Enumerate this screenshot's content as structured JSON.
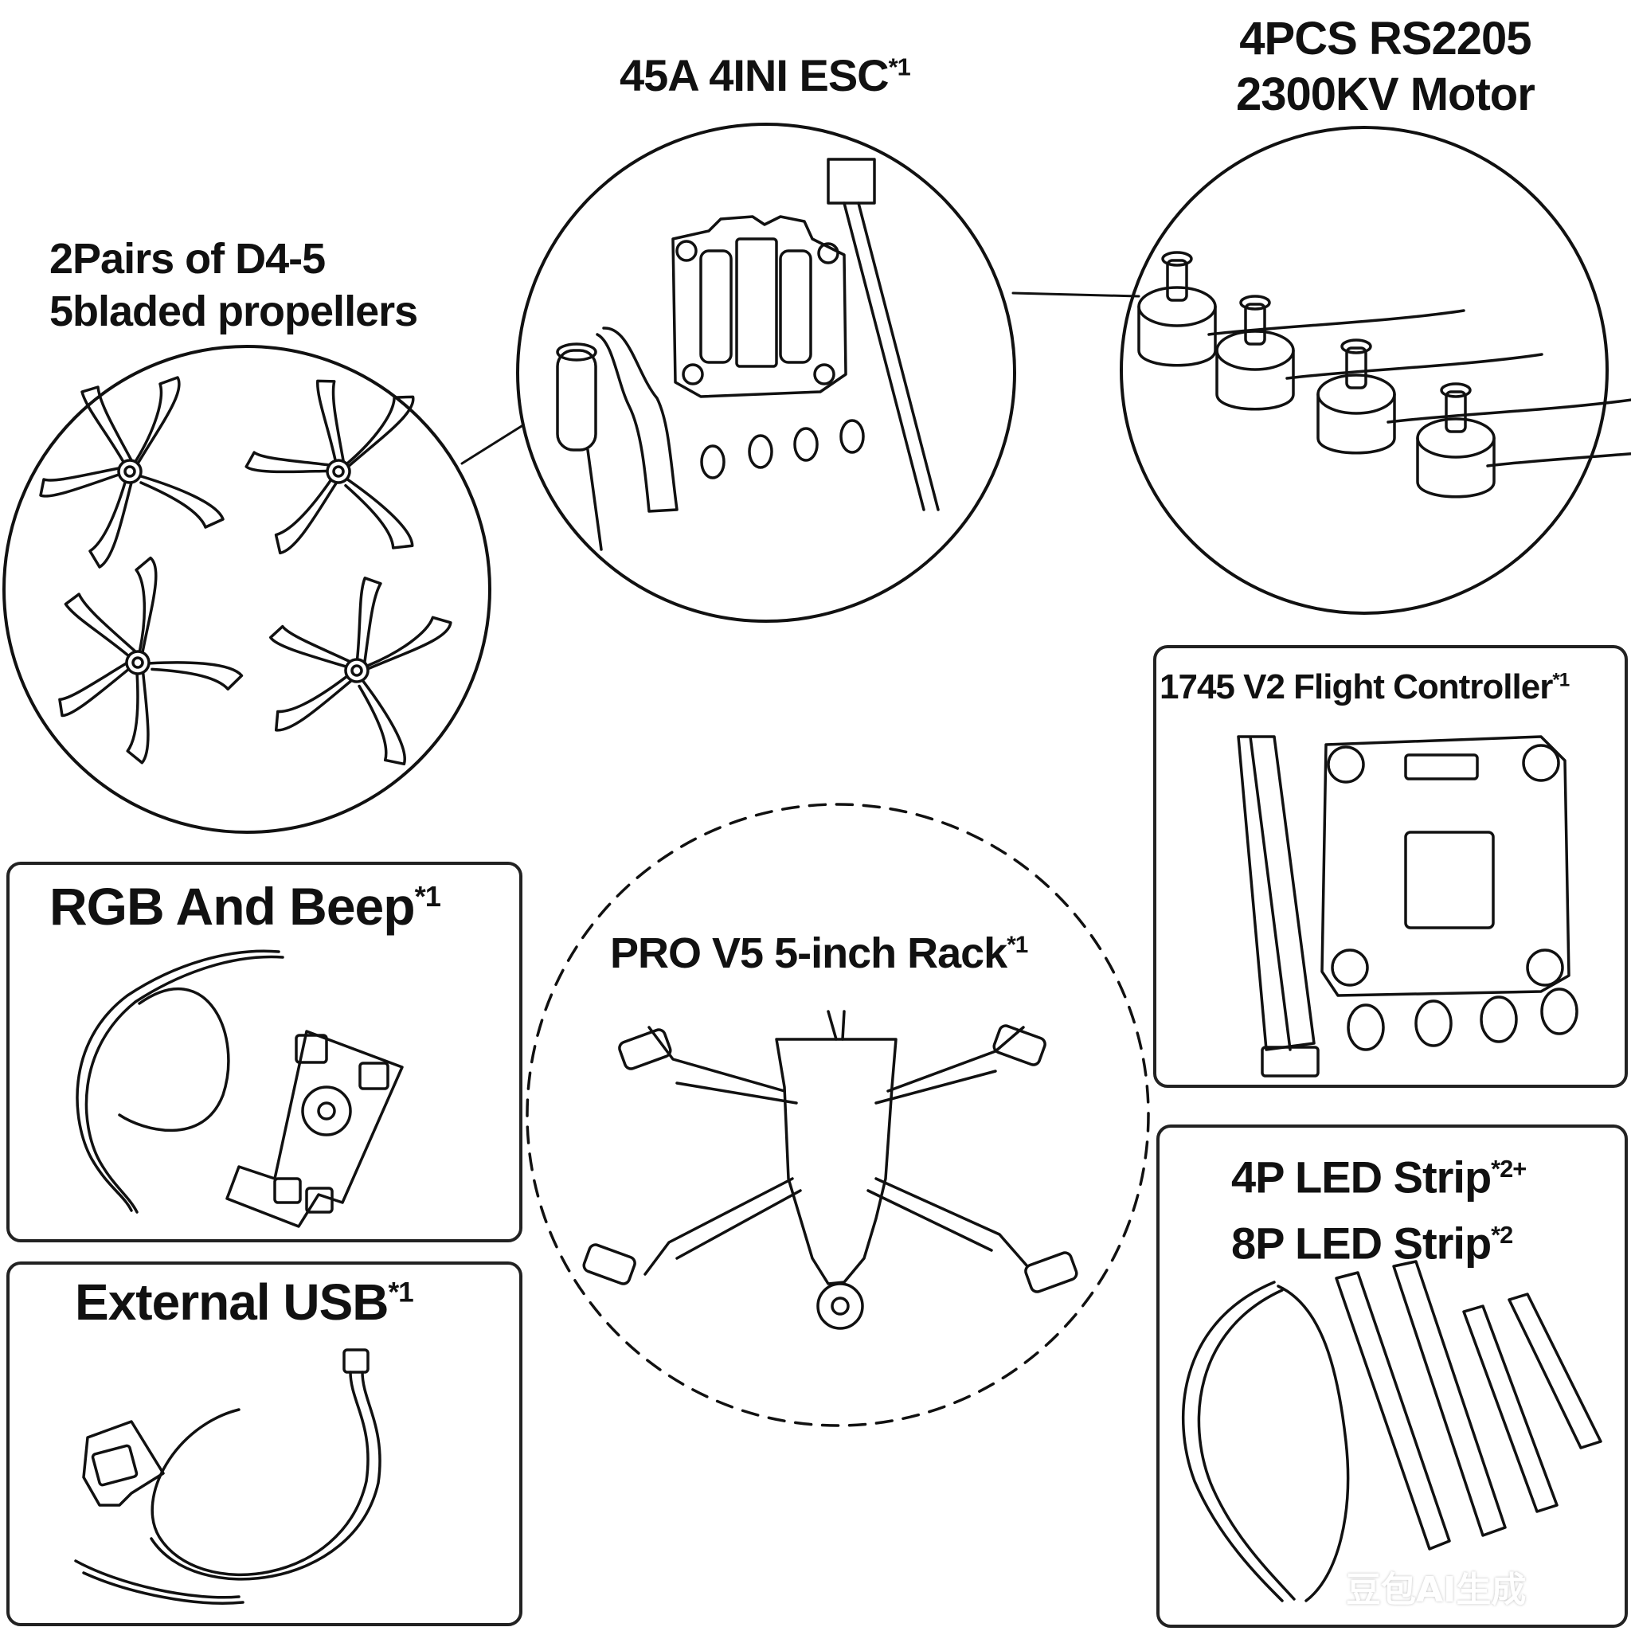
{
  "labels": {
    "propellers_line1": "2Pairs of D4-5",
    "propellers_line2": "5bladed propellers",
    "esc_text": "45A 4INI ESC",
    "esc_qty": "*1",
    "motor_line1": "4PCS RS2205",
    "motor_line2": "2300KV Motor",
    "fc_text": "1745 V2 Flight Controller",
    "fc_qty": "*1",
    "rgb_text": "RGB And Beep",
    "rgb_qty": "*1",
    "usb_text": "External USB",
    "usb_qty": "*1",
    "rack_text": "PRO V5 5-inch Rack",
    "rack_qty": "*1",
    "led_line1_text": "4P LED Strip",
    "led_line1_qty": "*2+",
    "led_line2_text": "8P LED Strip",
    "led_line2_qty": "*2"
  },
  "watermark": "豆包AI生成",
  "colors": {
    "ink": "#111111",
    "background": "#ffffff"
  }
}
